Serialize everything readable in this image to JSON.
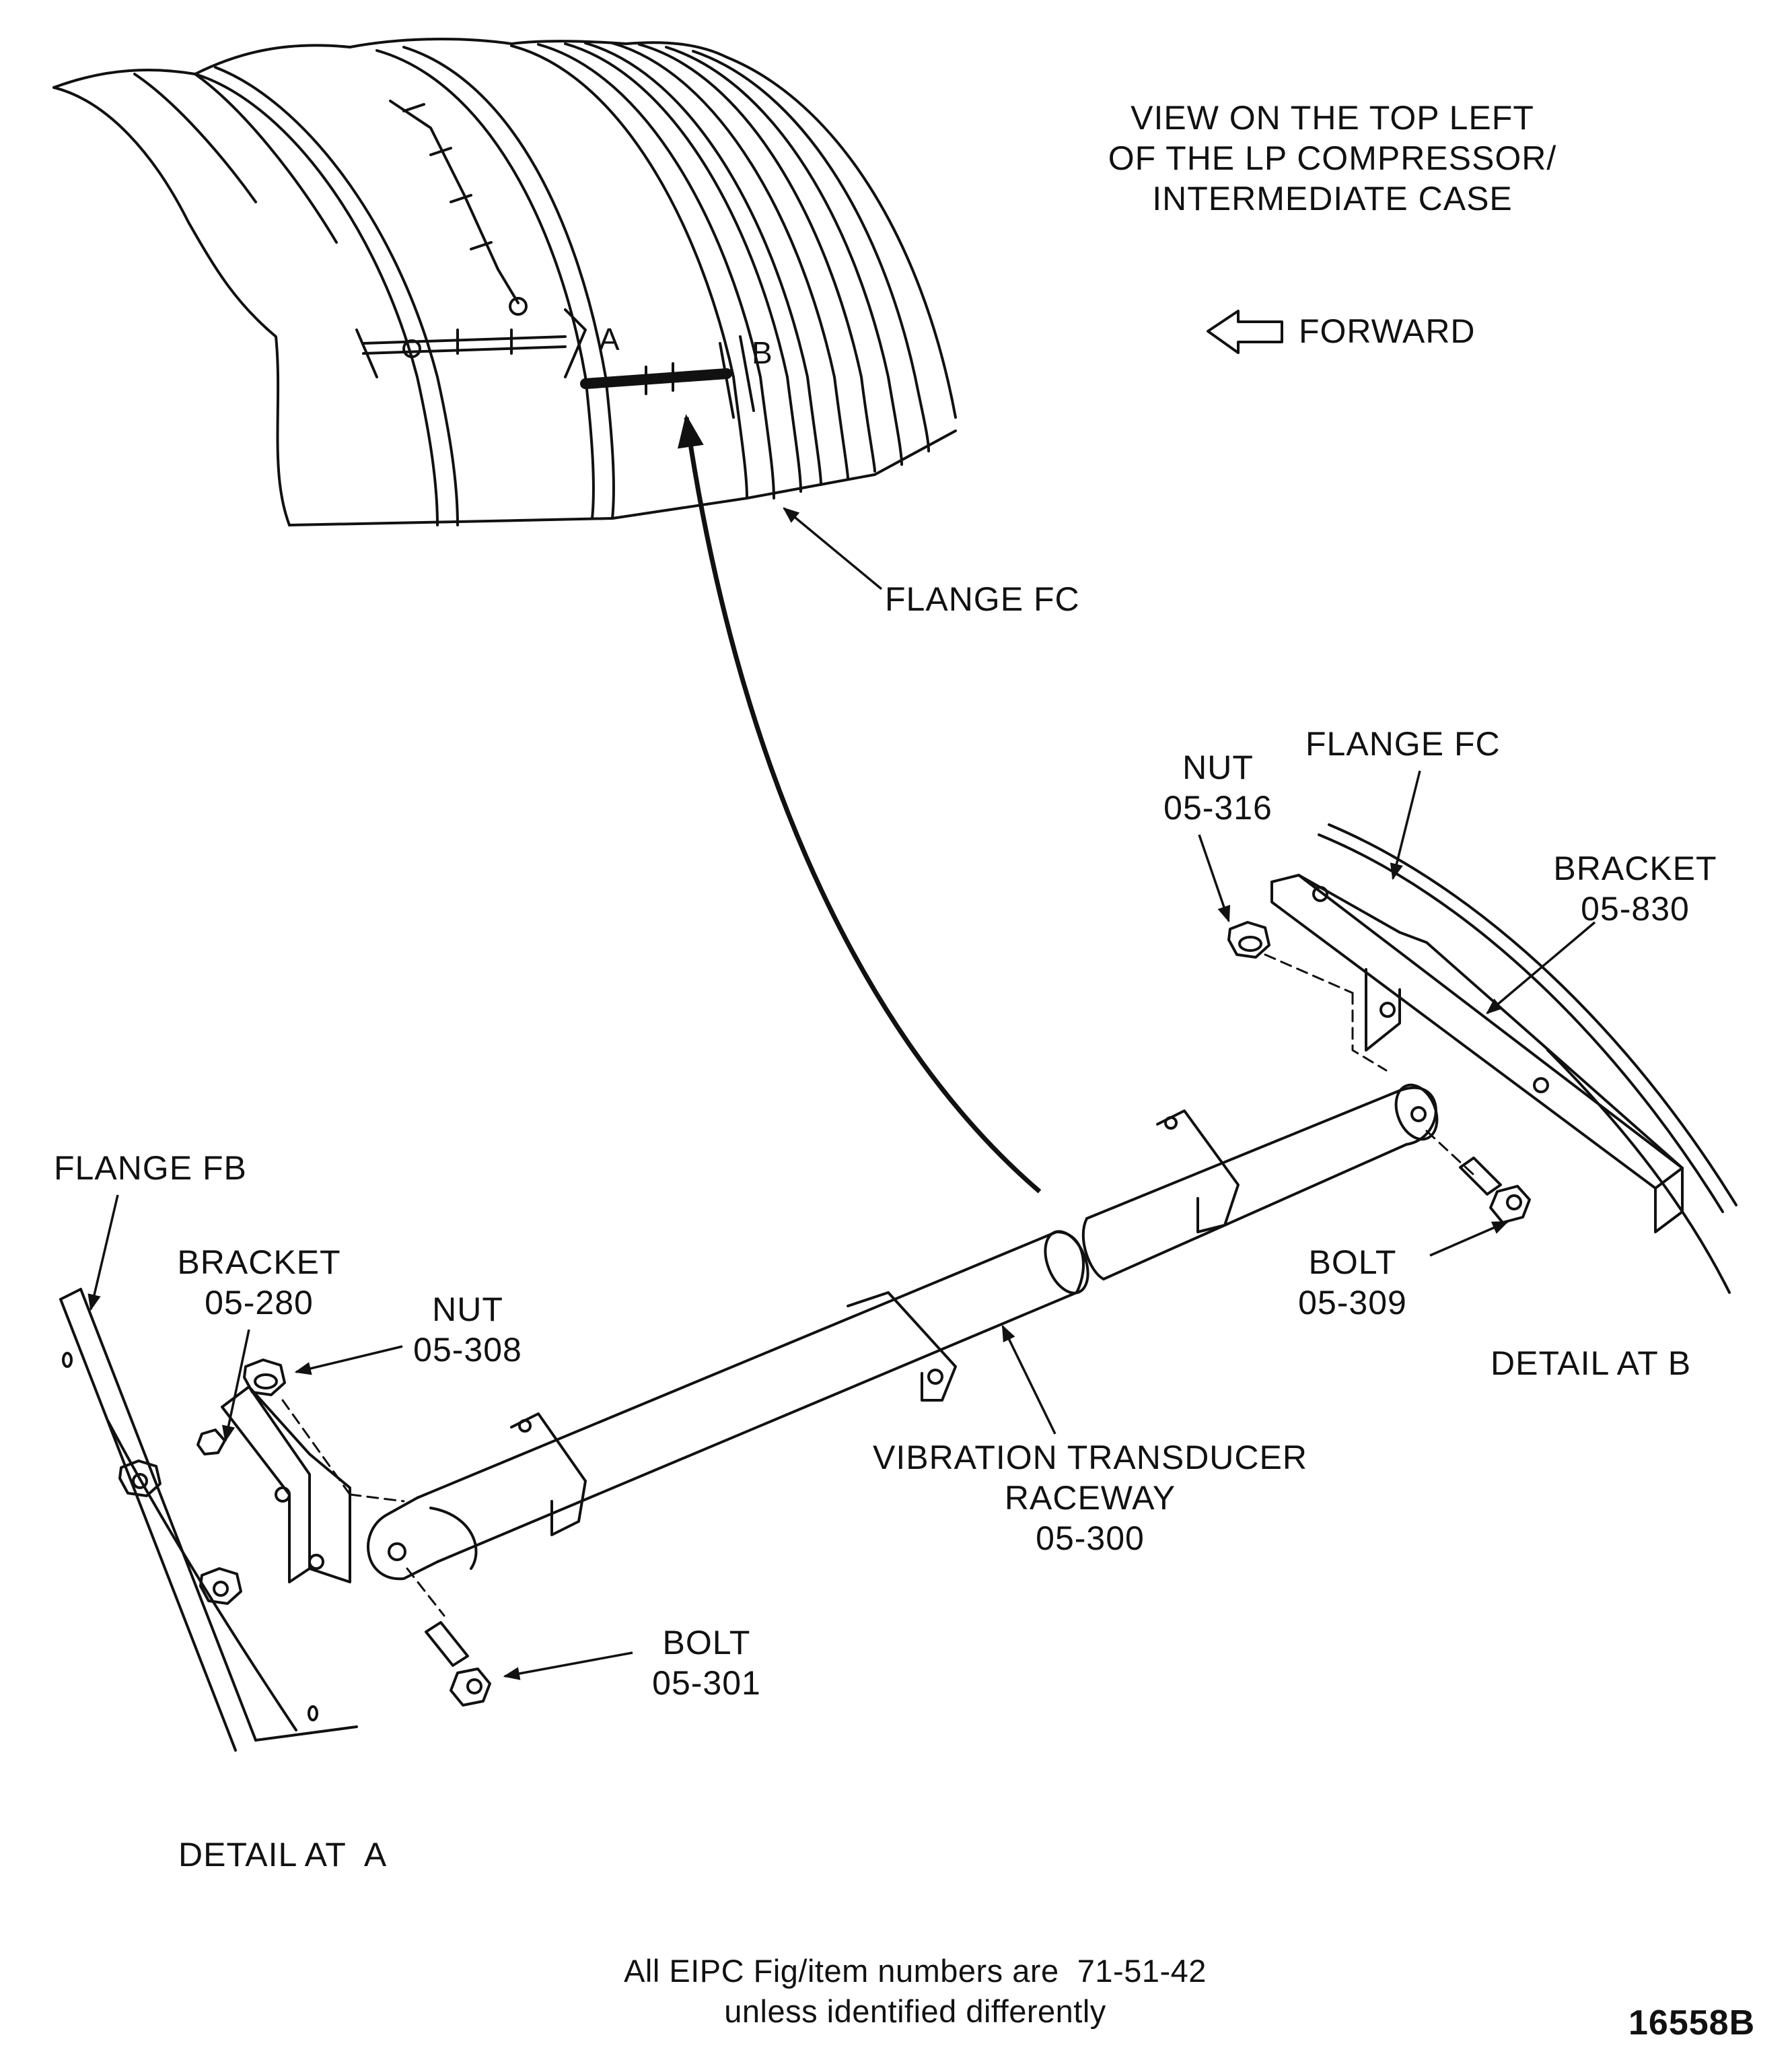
{
  "view_title": [
    "VIEW ON THE TOP LEFT",
    "OF THE LP COMPRESSOR/",
    "INTERMEDIATE CASE"
  ],
  "forward": "FORWARD",
  "callout_a": "A",
  "callout_b": "B",
  "labels": {
    "flange_fc_top": "FLANGE FC",
    "flange_fc_detail": "FLANGE FC",
    "nut_316": [
      "NUT",
      "05-316"
    ],
    "bracket_830": [
      "BRACKET",
      "05-830"
    ],
    "flange_fb": "FLANGE FB",
    "bracket_280": [
      "BRACKET",
      "05-280"
    ],
    "nut_308": [
      "NUT",
      "05-308"
    ],
    "bolt_309": [
      "BOLT",
      "05-309"
    ],
    "raceway": [
      "VIBRATION TRANSDUCER",
      "RACEWAY",
      "05-300"
    ],
    "bolt_301": [
      "BOLT",
      "05-301"
    ]
  },
  "detail_a": "DETAIL AT  A",
  "detail_b": "DETAIL AT B",
  "footnote": [
    "All EIPC Fig/item numbers are  71-51-42",
    "unless identified differently"
  ],
  "figure_number": "16558B",
  "colors": {
    "ink": "#111111",
    "paper": "#ffffff"
  }
}
